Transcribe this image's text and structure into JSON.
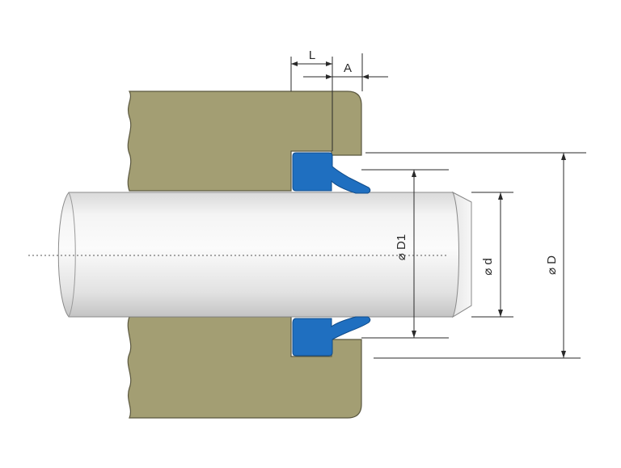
{
  "labels": {
    "length": "L",
    "axial_gap": "A",
    "bore_diameter": "⌀ D",
    "groove_diameter": "⌀ D1",
    "rod_diameter": "⌀ d"
  },
  "colors": {
    "housing": "#a39e73",
    "housing_edge": "#5a573f",
    "seal": "#1f6fc0",
    "seal_edge": "#0f4b8a",
    "rod_light": "#fafafa",
    "rod_mid": "#e3e3e3",
    "rod_dark": "#c6c6c6",
    "line": "#2a2a2a"
  }
}
